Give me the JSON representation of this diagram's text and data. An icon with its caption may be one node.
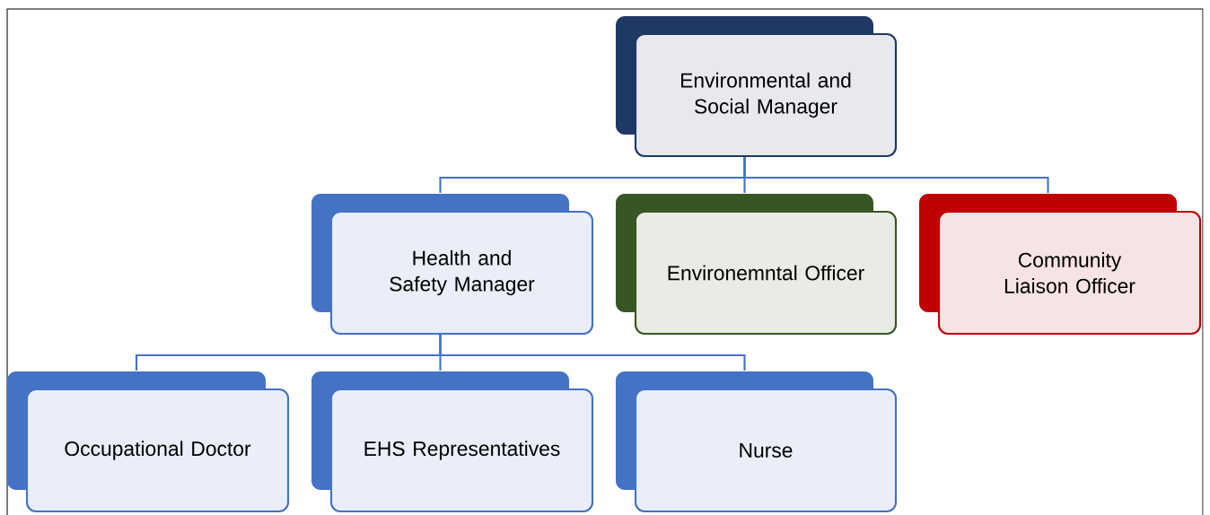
{
  "diagram": {
    "nodes": [
      {
        "text": [
          "Environmental and Social Manager"
        ]
      },
      {
        "text": [
          "Health and Safety Manager"
        ]
      },
      {
        "text": [
          "Environemntal Officer"
        ]
      },
      {
        "text": [
          "Community Liaison Officer"
        ]
      },
      {
        "text": [
          "Occupational Doctor"
        ]
      },
      {
        "text": [
          "EHS Representatives"
        ]
      },
      {
        "text": [
          "Nurse"
        ]
      }
    ],
    "edges": [
      {
        "from": 0,
        "to": 1,
        "arrow": "none"
      },
      {
        "from": 0,
        "to": 2,
        "arrow": "none"
      },
      {
        "from": 0,
        "to": 3,
        "arrow": "none"
      },
      {
        "from": 1,
        "to": 4,
        "arrow": "none"
      },
      {
        "from": 1,
        "to": 5,
        "arrow": "none"
      },
      {
        "from": 1,
        "to": 6,
        "arrow": "none"
      }
    ]
  }
}
